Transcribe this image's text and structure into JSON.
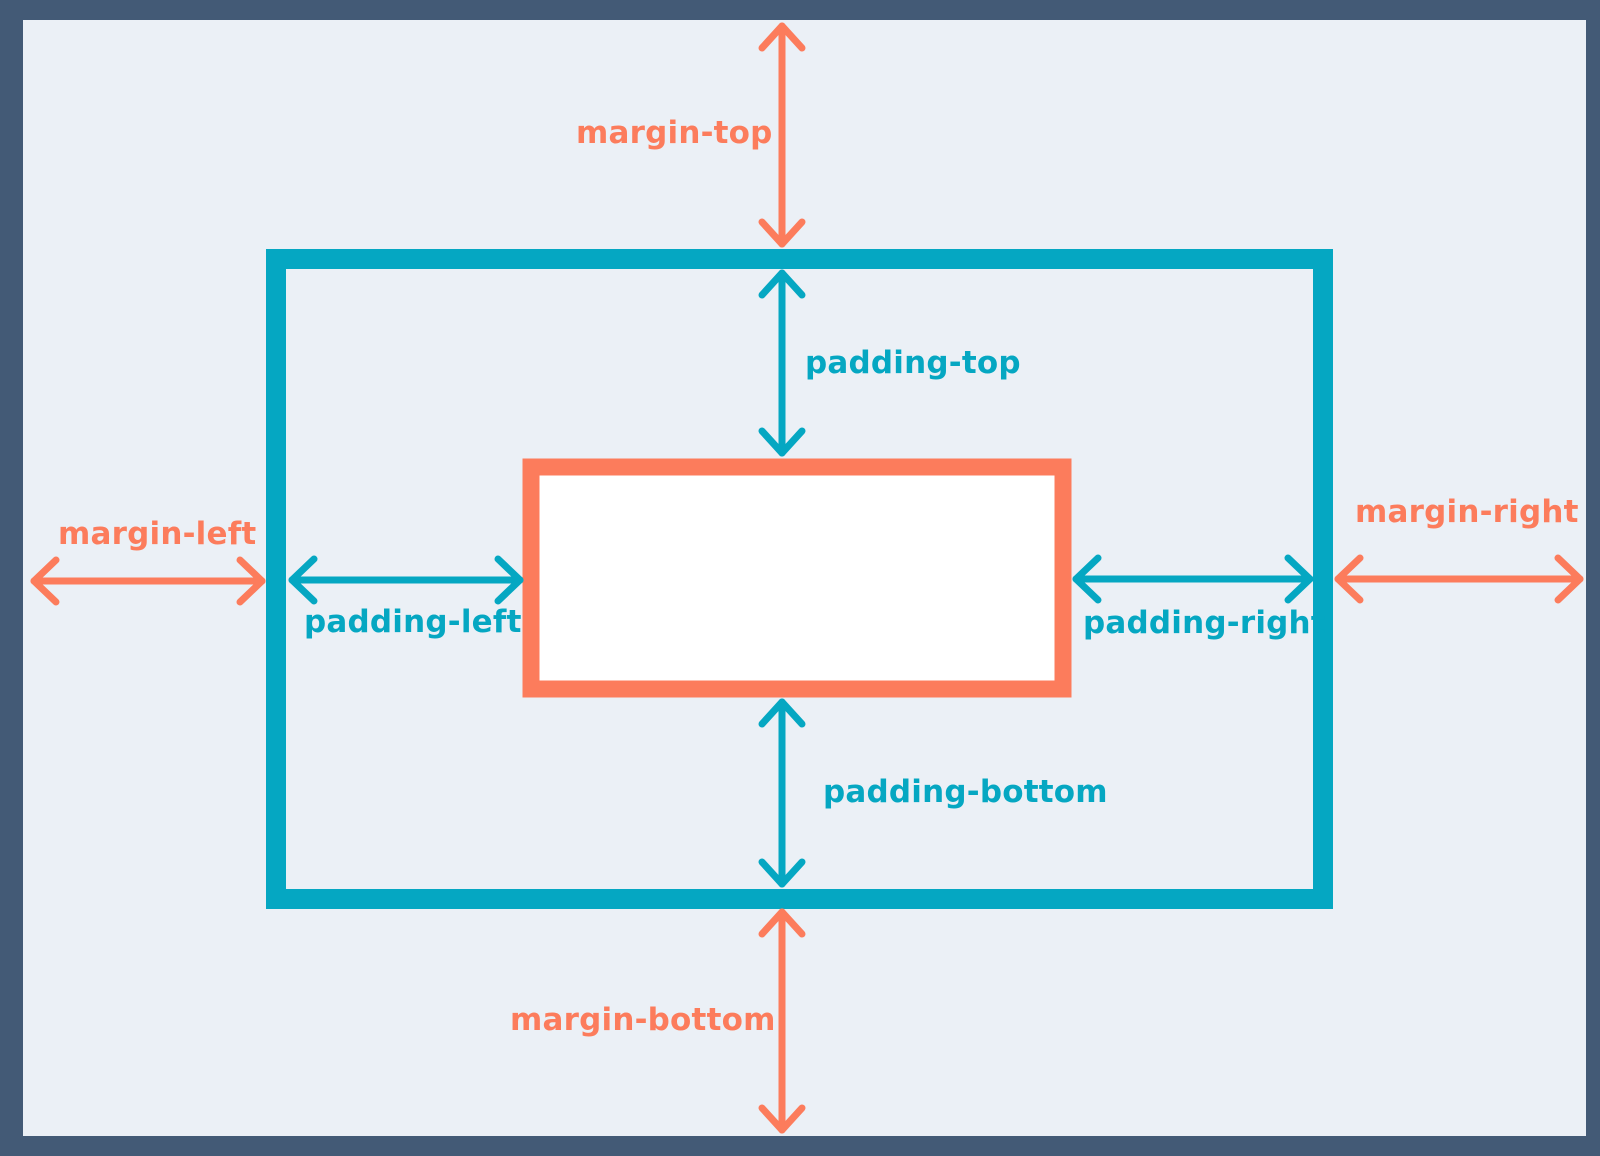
{
  "colors": {
    "frame": "#435a76",
    "background": "#ebf0f6",
    "margin": "#fc7c5c",
    "padding": "#05a7c2",
    "content": "#ffffff"
  },
  "labels": {
    "margin_top": "margin-top",
    "margin_bottom": "margin-bottom",
    "margin_left": "margin-left",
    "margin_right": "margin-right",
    "padding_top": "padding-top",
    "padding_bottom": "padding-bottom",
    "padding_left": "padding-left",
    "padding_right": "padding-right"
  }
}
